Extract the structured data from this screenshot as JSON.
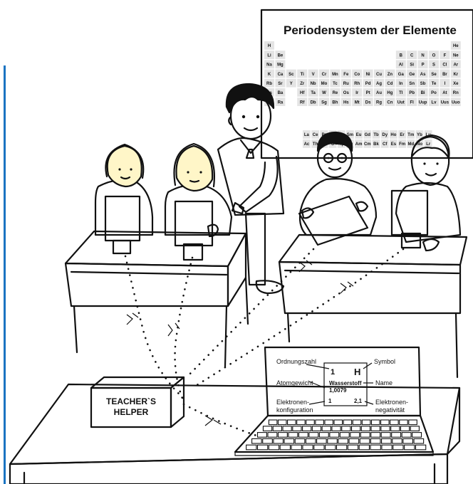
{
  "periodic_table": {
    "title": "Periodensystem der Elemente",
    "rows": [
      [
        "H",
        "",
        "",
        "",
        "",
        "",
        "",
        "",
        "",
        "",
        "",
        "",
        "",
        "",
        "",
        "",
        "",
        "He"
      ],
      [
        "Li",
        "Be",
        "",
        "",
        "",
        "",
        "",
        "",
        "",
        "",
        "",
        "",
        "B",
        "C",
        "N",
        "O",
        "F",
        "Ne"
      ],
      [
        "Na",
        "Mg",
        "",
        "",
        "",
        "",
        "",
        "",
        "",
        "",
        "",
        "",
        "Al",
        "Si",
        "P",
        "S",
        "Cl",
        "Ar"
      ],
      [
        "K",
        "Ca",
        "Sc",
        "Ti",
        "V",
        "Cr",
        "Mn",
        "Fe",
        "Co",
        "Ni",
        "Cu",
        "Zn",
        "Ga",
        "Ge",
        "As",
        "Se",
        "Br",
        "Kr"
      ],
      [
        "Rb",
        "Sr",
        "Y",
        "Zr",
        "Nb",
        "Mo",
        "Tc",
        "Ru",
        "Rh",
        "Pd",
        "Ag",
        "Cd",
        "In",
        "Sn",
        "Sb",
        "Te",
        "I",
        "Xe"
      ],
      [
        "Cs",
        "Ba",
        "",
        "Hf",
        "Ta",
        "W",
        "Re",
        "Os",
        "Ir",
        "Pt",
        "Au",
        "Hg",
        "Tl",
        "Pb",
        "Bi",
        "Po",
        "At",
        "Rn"
      ],
      [
        "Fr",
        "Ra",
        "",
        "Rf",
        "Db",
        "Sg",
        "Bh",
        "Hs",
        "Mt",
        "Ds",
        "Rg",
        "Cn",
        "Uut",
        "Fl",
        "Uup",
        "Lv",
        "Uus",
        "Uuo"
      ]
    ],
    "lanthanides": [
      "La",
      "Ce",
      "Pr",
      "Nd",
      "Pm",
      "Sm",
      "Eu",
      "Gd",
      "Tb",
      "Dy",
      "Ho",
      "Er",
      "Tm",
      "Yb",
      "Lu"
    ],
    "actinides": [
      "Ac",
      "Th",
      "Pa",
      "U",
      "Np",
      "Pu",
      "Am",
      "Cm",
      "Bk",
      "Cf",
      "Es",
      "Fm",
      "Md",
      "No",
      "Lr"
    ]
  },
  "helper_box": {
    "line1": "TEACHER`S",
    "line2": "HELPER"
  },
  "laptop_screen": {
    "element": {
      "number": "1",
      "symbol": "H",
      "name": "Wasserstoff",
      "mass": "1,0079",
      "config": "1",
      "en": "2,1"
    },
    "labels": {
      "ordnungszahl": "Ordnungszahl",
      "symbol": "Symbol",
      "atomgewicht": "Atomgewicht",
      "name": "Name",
      "config1": "Elektronen-",
      "config2": "konfiguration",
      "en1": "Elektronen-",
      "en2": "negativität"
    }
  },
  "colors": {
    "girl1_shirt": "#a9d23c",
    "girl2_shirt": "#cf9ad0",
    "boy1_shirt": "#f6c314",
    "boy2_shirt": "#a7d9ee",
    "tablet": "#b5b5b5",
    "chart_cell": "#e4e4e4",
    "left_border": "#1b74c2"
  },
  "icons": [
    "dotted-signal-line",
    "signal-chevron-icon"
  ]
}
